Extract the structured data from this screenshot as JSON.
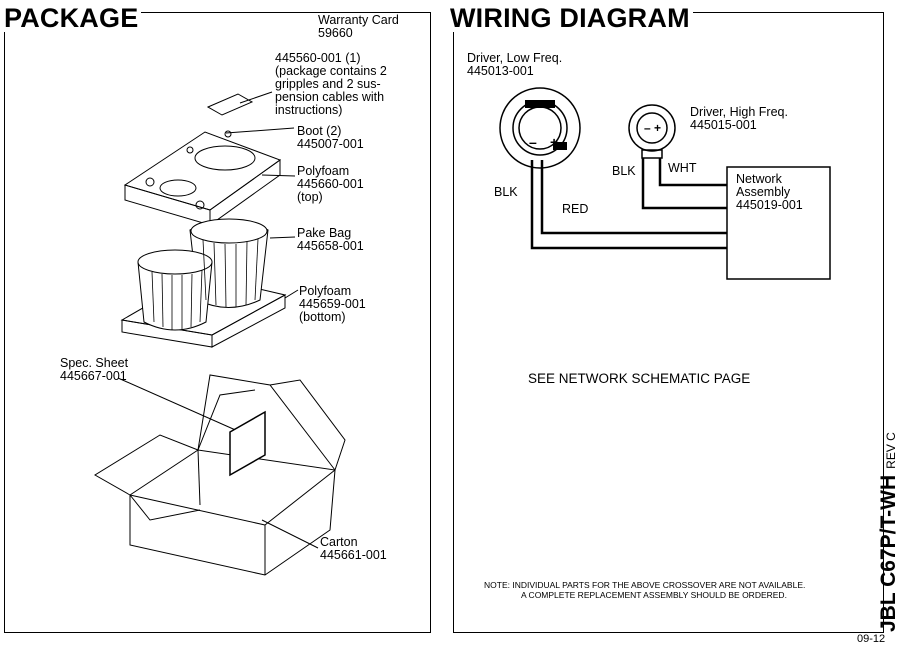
{
  "package": {
    "title": "PACKAGE",
    "warranty": [
      "Warranty Card",
      "59660"
    ],
    "items": [
      {
        "lines": [
          "445560-001 (1)",
          "(package contains 2",
          "gripples and 2 sus-",
          "pension cables with",
          "instructions)"
        ]
      },
      {
        "lines": [
          "Boot (2)",
          "445007-001"
        ]
      },
      {
        "lines": [
          "Polyfoam",
          "445660-001",
          "(top)"
        ]
      },
      {
        "lines": [
          "Pake Bag",
          "445658-001"
        ]
      },
      {
        "lines": [
          "Polyfoam",
          "445659-001",
          "(bottom)"
        ]
      },
      {
        "lines": [
          "Spec. Sheet",
          "445667-001"
        ]
      },
      {
        "lines": [
          "Carton",
          "445661-001"
        ]
      }
    ]
  },
  "wiring": {
    "title": "WIRING DIAGRAM",
    "low_driver": [
      "Driver, Low Freq.",
      "445013-001"
    ],
    "high_driver": [
      "Driver, High Freq.",
      "445015-001"
    ],
    "network": [
      "Network",
      "Assembly",
      "445019-001"
    ],
    "wire_labels": {
      "blk1": "BLK",
      "red": "RED",
      "blk2": "BLK",
      "wht": "WHT"
    },
    "polarity": {
      "minus": "–",
      "plus": "+"
    },
    "see_text": "SEE NETWORK SCHEMATIC PAGE",
    "note": [
      "NOTE:  INDIVIDUAL PARTS FOR THE ABOVE CROSSOVER ARE NOT AVAILABLE.",
      "A COMPLETE REPLACEMENT ASSEMBLY SHOULD BE ORDERED."
    ]
  },
  "side_title": {
    "model": "JBL C67P/T-WH",
    "rev": "REV C"
  },
  "date_code": "09-12"
}
